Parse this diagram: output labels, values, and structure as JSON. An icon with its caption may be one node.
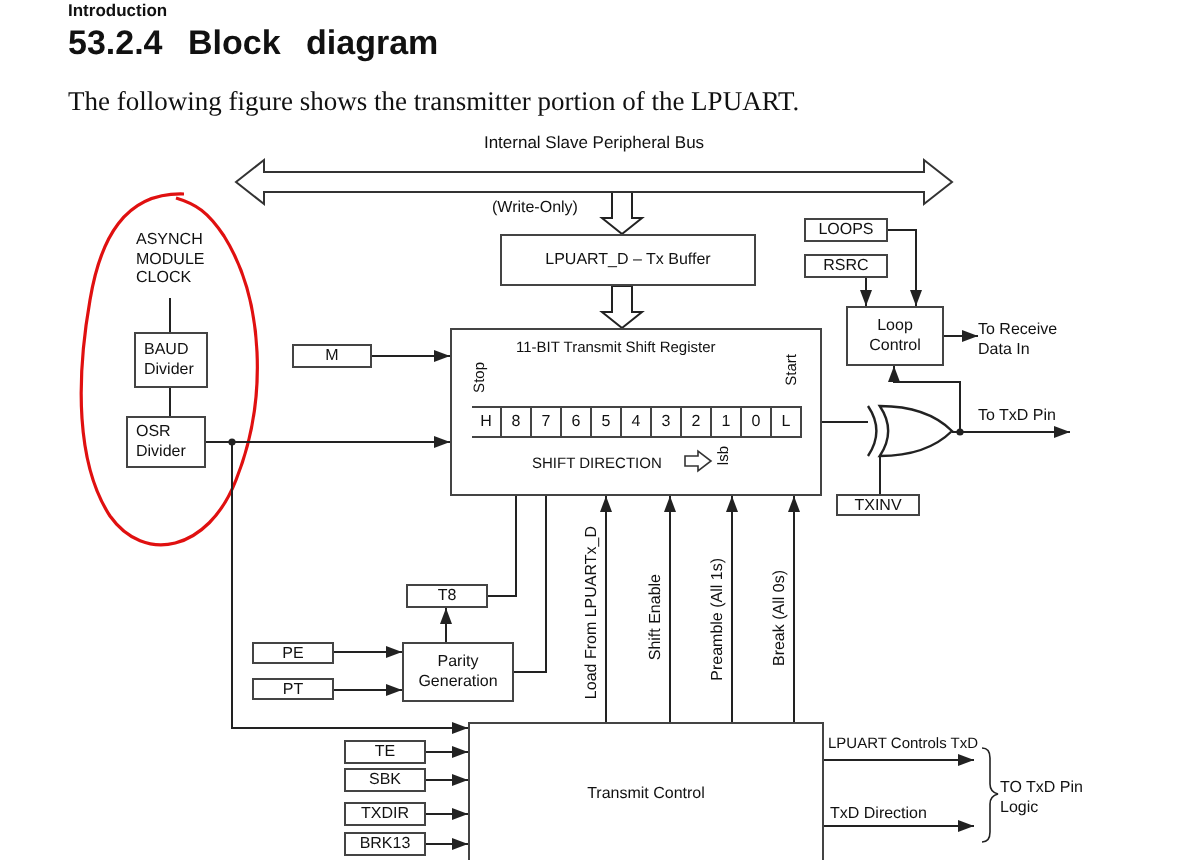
{
  "diagram": {
    "title": "53.2.4 Block diagram",
    "nodes": [
      {
        "text": [
          "Internal Slave Peripheral Bus"
        ]
      },
      {
        "text": [
          "ASYNCH MODULE CLOCK"
        ]
      },
      {
        "text": [
          "BAUD Divider"
        ]
      },
      {
        "text": [
          "OSR Divider"
        ]
      },
      {
        "text": [
          "M"
        ]
      },
      {
        "text": [
          "LPUART_D – Tx Buffer"
        ]
      },
      {
        "text": [
          "LOOPS"
        ]
      },
      {
        "text": [
          "RSRC"
        ]
      },
      {
        "text": [
          "Loop Control"
        ]
      },
      {
        "text": [
          "To Receive Data In"
        ]
      },
      {
        "text": [
          "11-BIT Transmit Shift Register",
          "Stop",
          "Start",
          "SHIFT DIRECTION",
          "lsb"
        ]
      },
      {
        "text": [
          "H"
        ],
        "in": 10
      },
      {
        "text": [
          "8"
        ],
        "in": 10
      },
      {
        "text": [
          "7"
        ],
        "in": 10
      },
      {
        "text": [
          "6"
        ],
        "in": 10
      },
      {
        "text": [
          "5"
        ],
        "in": 10
      },
      {
        "text": [
          "4"
        ],
        "in": 10
      },
      {
        "text": [
          "3"
        ],
        "in": 10
      },
      {
        "text": [
          "2"
        ],
        "in": 10
      },
      {
        "text": [
          "1"
        ],
        "in": 10
      },
      {
        "text": [
          "0"
        ],
        "in": 10
      },
      {
        "text": [
          "L"
        ],
        "in": 10
      },
      {
        "text": [],
        "shape": "gate"
      },
      {
        "text": [
          "TXINV"
        ]
      },
      {
        "text": [
          "T8"
        ]
      },
      {
        "text": [
          "PE"
        ]
      },
      {
        "text": [
          "PT"
        ]
      },
      {
        "text": [
          "Parity Generation"
        ]
      },
      {
        "text": [
          "Transmit Control"
        ]
      },
      {
        "text": [
          "TE"
        ]
      },
      {
        "text": [
          "SBK"
        ]
      },
      {
        "text": [
          "TXDIR"
        ]
      },
      {
        "text": [
          "BRK13"
        ]
      },
      {
        "text": [
          "TO TxD Pin Logic"
        ]
      }
    ],
    "edges": [
      {
        "from": 0,
        "to": 5,
        "arrow": "to",
        "style": "thick",
        "label": "(Write-Only)"
      },
      {
        "from": 5,
        "to": 10,
        "arrow": "to",
        "style": "thick"
      },
      {
        "from": 1,
        "to": 2,
        "arrow": "none"
      },
      {
        "from": 2,
        "to": 3,
        "arrow": "none"
      },
      {
        "from": 3,
        "to": 10,
        "arrow": "to"
      },
      {
        "from": 3,
        "to": 28,
        "arrow": "to"
      },
      {
        "from": 4,
        "to": 10,
        "arrow": "to"
      },
      {
        "from": 6,
        "to": 8,
        "arrow": "to"
      },
      {
        "from": 7,
        "to": 8,
        "arrow": "to"
      },
      {
        "from": 8,
        "to": 9,
        "arrow": "to"
      },
      {
        "from": 10,
        "to": 22,
        "arrow": "none"
      },
      {
        "from": 22,
        "to": null,
        "arrow": "to",
        "label": "To TxD Pin"
      },
      {
        "from": 22,
        "to": 8,
        "arrow": "to"
      },
      {
        "from": 23,
        "to": 22,
        "arrow": "none"
      },
      {
        "from": 24,
        "to": 12,
        "arrow": "to"
      },
      {
        "from": 27,
        "to": 13,
        "arrow": "to"
      },
      {
        "from": 27,
        "to": 24,
        "arrow": "to"
      },
      {
        "from": 25,
        "to": 27,
        "arrow": "to"
      },
      {
        "from": 26,
        "to": 27,
        "arrow": "to"
      },
      {
        "from": 28,
        "to": 10,
        "arrow": "to",
        "label": "Load From LPUARTx_D"
      },
      {
        "from": 28,
        "to": 10,
        "arrow": "to",
        "label": "Shift Enable"
      },
      {
        "from": 28,
        "to": 10,
        "arrow": "to",
        "label": "Preamble (All 1s)"
      },
      {
        "from": 28,
        "to": 10,
        "arrow": "to",
        "label": "Break (All 0s)"
      },
      {
        "from": 29,
        "to": 28,
        "arrow": "to"
      },
      {
        "from": 30,
        "to": 28,
        "arrow": "to"
      },
      {
        "from": 31,
        "to": 28,
        "arrow": "to"
      },
      {
        "from": 32,
        "to": 28,
        "arrow": "to"
      },
      {
        "from": 28,
        "to": 33,
        "arrow": "to",
        "label": "LPUART Controls TxD"
      },
      {
        "from": 28,
        "to": 33,
        "arrow": "to",
        "label": "TxD Direction"
      }
    ],
    "labels": [
      "Introduction",
      "The following figure shows the transmitter portion of the LPUART."
    ]
  }
}
